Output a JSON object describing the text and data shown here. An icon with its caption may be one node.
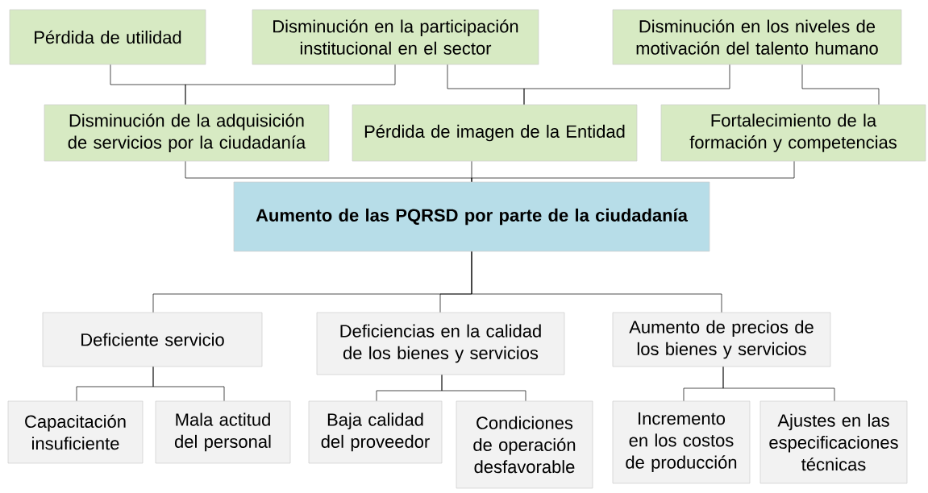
{
  "diagram": {
    "nodes": [
      {
        "text": [
          "Pérdida de utilidad"
        ]
      },
      {
        "text": [
          "Disminución en la participación institucional en el sector"
        ]
      },
      {
        "text": [
          "Disminución en los niveles de motivación del talento humano"
        ]
      },
      {
        "text": [
          "Disminución de la adquisición de servicios por la ciudadanía"
        ]
      },
      {
        "text": [
          "Pérdida de imagen de la Entidad"
        ]
      },
      {
        "text": [
          "Fortalecimiento de la formación y competencias"
        ]
      },
      {
        "text": [
          "Aumento de las PQRSD por parte de la ciudadanía"
        ]
      },
      {
        "text": [
          "Deficiente servicio"
        ]
      },
      {
        "text": [
          "Deficiencias en la calidad de los bienes y servicios"
        ]
      },
      {
        "text": [
          "Aumento de precios de los bienes y servicios"
        ]
      },
      {
        "text": [
          "Capacitación insuficiente"
        ]
      },
      {
        "text": [
          "Mala actitud del personal"
        ]
      },
      {
        "text": [
          "Baja calidad del proveedor"
        ]
      },
      {
        "text": [
          "Condiciones de operación desfavorable"
        ]
      },
      {
        "text": [
          "Incremento en los costos de producción"
        ]
      },
      {
        "text": [
          "Ajustes en las especificaciones técnicas"
        ]
      }
    ],
    "edges": [
      {
        "from": 0,
        "to": 3,
        "arrow": "none"
      },
      {
        "from": 1,
        "to": 3,
        "arrow": "none"
      },
      {
        "from": 1,
        "to": 4,
        "arrow": "none"
      },
      {
        "from": 2,
        "to": 4,
        "arrow": "none"
      },
      {
        "from": 2,
        "to": 5,
        "arrow": "none"
      },
      {
        "from": 3,
        "to": 6,
        "arrow": "none"
      },
      {
        "from": 4,
        "to": 6,
        "arrow": "none"
      },
      {
        "from": 5,
        "to": 6,
        "arrow": "none"
      },
      {
        "from": 6,
        "to": 7,
        "arrow": "none"
      },
      {
        "from": 6,
        "to": 8,
        "arrow": "none"
      },
      {
        "from": 6,
        "to": 9,
        "arrow": "none"
      },
      {
        "from": 7,
        "to": 10,
        "arrow": "none"
      },
      {
        "from": 7,
        "to": 11,
        "arrow": "none"
      },
      {
        "from": 8,
        "to": 12,
        "arrow": "none"
      },
      {
        "from": 8,
        "to": 13,
        "arrow": "none"
      },
      {
        "from": 9,
        "to": 14,
        "arrow": "none"
      },
      {
        "from": 9,
        "to": 15,
        "arrow": "none"
      }
    ]
  }
}
